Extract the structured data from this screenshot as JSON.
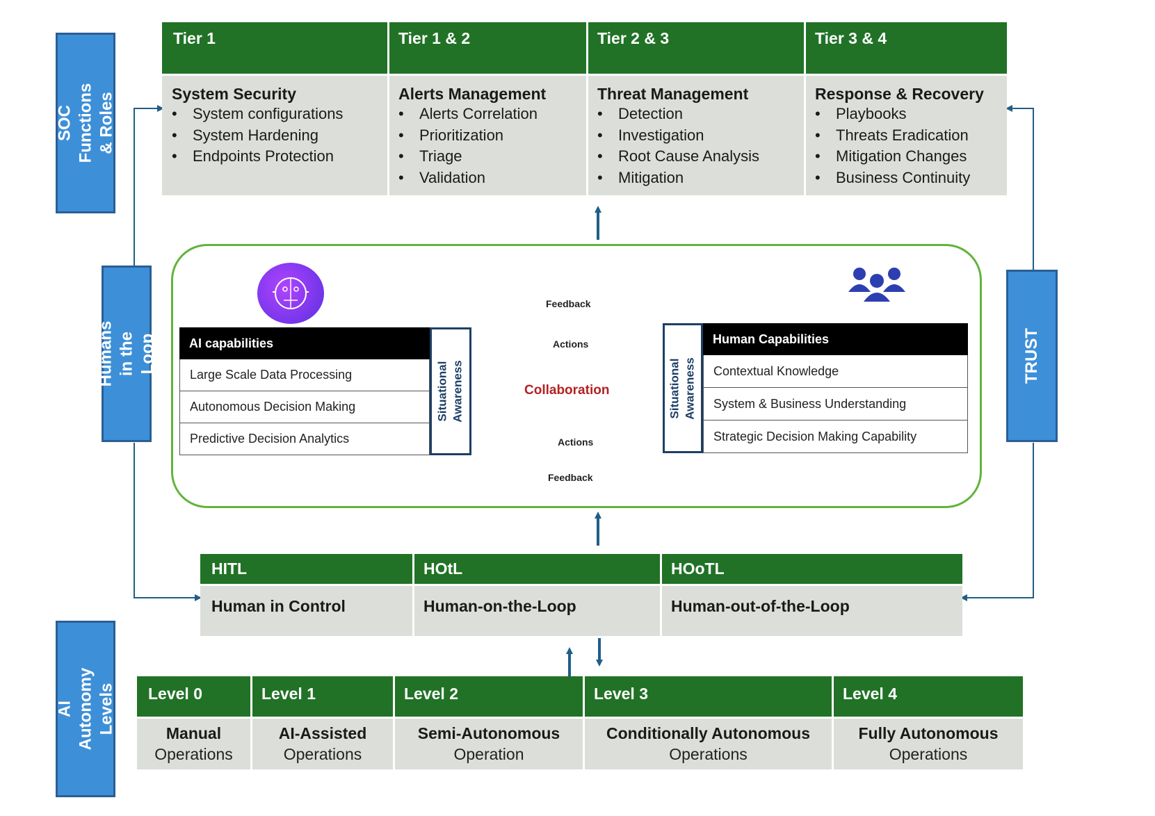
{
  "side_labels": {
    "soc": "SOC Functions & Roles",
    "humans": "Humans in the Loop",
    "trust": "TRUST",
    "autonomy": "AI Autonomy Levels"
  },
  "tiers": [
    {
      "tier": "Tier 1",
      "title": "System Security",
      "items": [
        "System  configurations",
        "System Hardening",
        "Endpoints Protection"
      ]
    },
    {
      "tier": "Tier 1 &  2",
      "title": "Alerts Management",
      "items": [
        "Alerts Correlation",
        "Prioritization",
        "Triage",
        "Validation"
      ]
    },
    {
      "tier": "Tier 2 & 3",
      "title": "Threat Management",
      "items": [
        "Detection",
        "Investigation",
        "Root Cause Analysis",
        "Mitigation"
      ]
    },
    {
      "tier": "Tier  3 & 4",
      "title": "Response  & Recovery",
      "items": [
        "Playbooks",
        "Threats Eradication",
        "Mitigation Changes",
        "Business Continuity"
      ]
    }
  ],
  "ai_caps": {
    "header": "AI capabilities",
    "rows": [
      "Large Scale Data Processing",
      "Autonomous  Decision Making",
      "Predictive Decision Analytics"
    ]
  },
  "human_caps": {
    "header": "Human Capabilities",
    "rows": [
      "Contextual  Knowledge",
      "System & Business  Understanding",
      "Strategic  Decision  Making Capability"
    ]
  },
  "situational_awareness": "Situational Awareness",
  "collaboration": {
    "center": "Collaboration",
    "feedback_top": "Feedback",
    "actions_top": "Actions",
    "actions_bottom": "Actions",
    "feedback_bottom": "Feedback"
  },
  "loop_modes": [
    {
      "code": "HITL",
      "label": "Human in Control"
    },
    {
      "code": "HOtL",
      "label": "Human-on-the-Loop"
    },
    {
      "code": "HOoTL",
      "label": "Human-out-of-the-Loop"
    }
  ],
  "levels": [
    {
      "level": "Level 0",
      "title": "Manual",
      "sub": "Operations"
    },
    {
      "level": "Level 1",
      "title": "AI-Assisted",
      "sub": "Operations"
    },
    {
      "level": "Level 2",
      "title": "Semi-Autonomous",
      "sub": "Operation"
    },
    {
      "level": "Level 3",
      "title": "Conditionally Autonomous",
      "sub": "Operations"
    },
    {
      "level": "Level 4",
      "title": "Fully Autonomous",
      "sub": "Operations"
    }
  ],
  "colors": {
    "header_green": "#217226",
    "cell_gray": "#dcdfd9",
    "label_blue": "#3d8fd8",
    "arrow_blue": "#1f5f86",
    "border_green": "#62b33c",
    "collab_red": "#b22222"
  },
  "icons": {
    "ai": "ai-face-icon",
    "humans": "people-group-icon"
  }
}
